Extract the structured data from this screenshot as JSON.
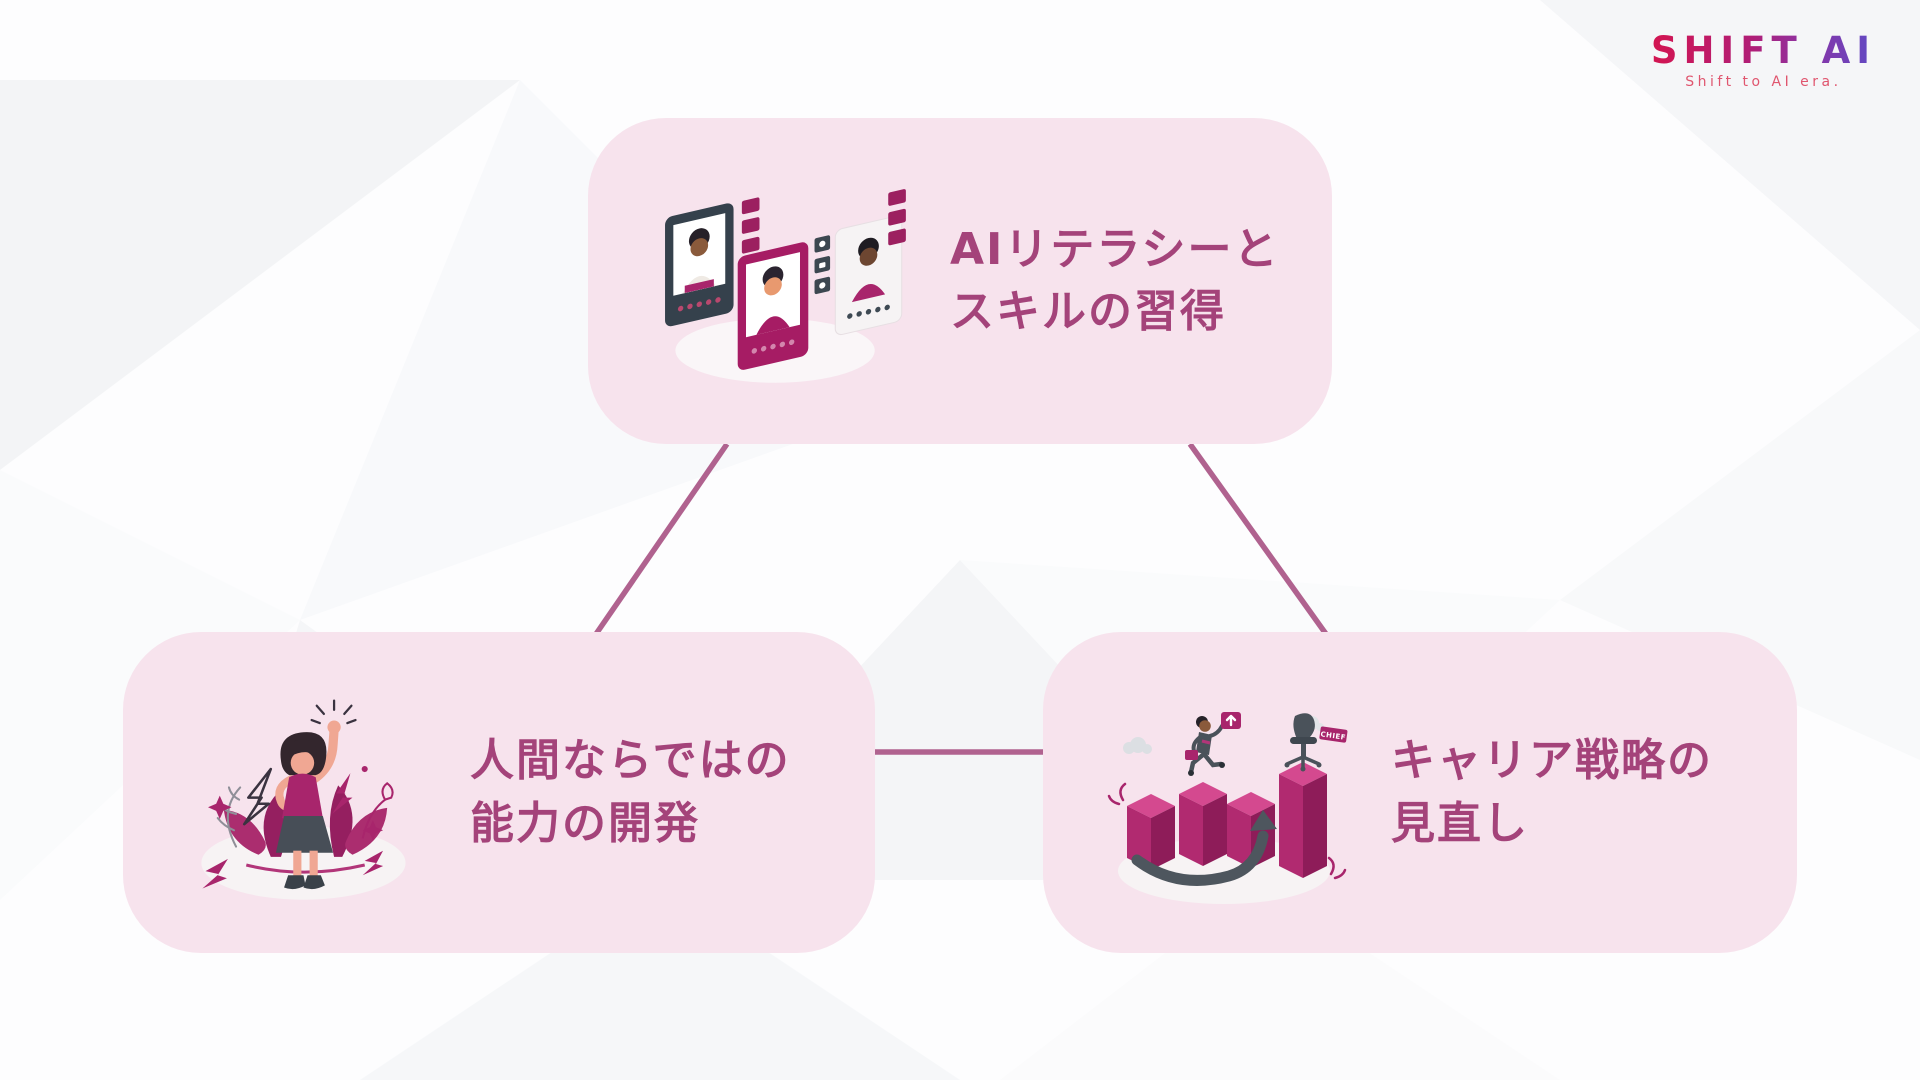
{
  "logo": {
    "wordmark": "SHIFT AI",
    "tagline": "Shift to AI era.",
    "colors": {
      "gradient_start": "#d31551",
      "gradient_end": "#5f4ac4",
      "tagline": "#e0566f"
    }
  },
  "diagram": {
    "colors": {
      "node_background": "#f7e3ed",
      "title_text": "#a4437a",
      "connector_line": "#b0628f",
      "illustration_magenta": "#a8256c",
      "illustration_slate": "#3e4953"
    },
    "nodes": [
      {
        "id": "ai-literacy",
        "title_lines": [
          "AIリテラシーと",
          "スキルの習得"
        ],
        "illustration": "profile-cards-illustration"
      },
      {
        "id": "human-abilities",
        "title_lines": [
          "人間ならではの",
          "能力の開発"
        ],
        "illustration": "empowered-person-illustration"
      },
      {
        "id": "career-strategy",
        "title_lines": [
          "キャリア戦略の",
          "見直し"
        ],
        "illustration": "career-growth-illustration"
      }
    ],
    "illustrations": {
      "chief_tag": "CHIEF"
    }
  }
}
